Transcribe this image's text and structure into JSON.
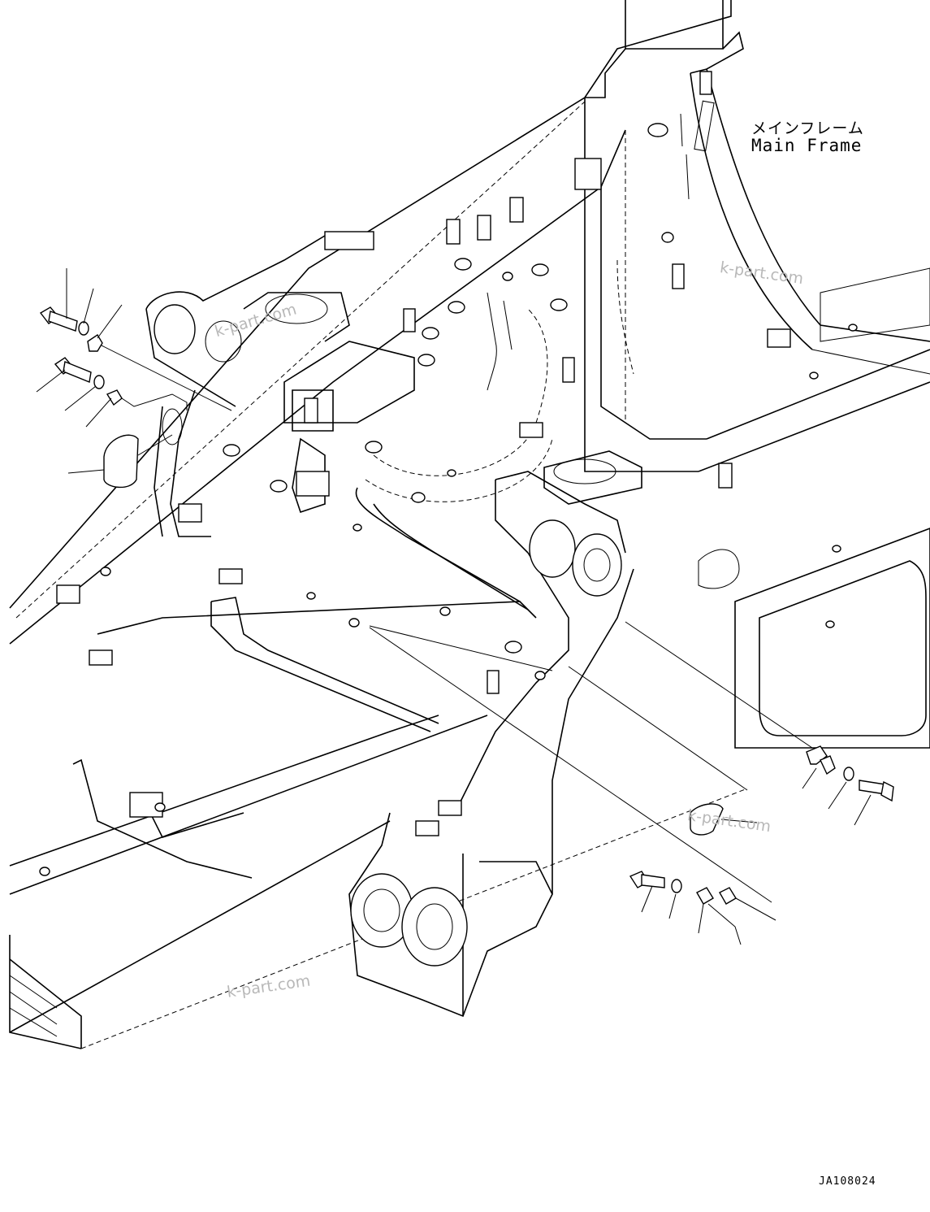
{
  "title": {
    "japanese": "メインフレーム",
    "english": "Main Frame"
  },
  "drawing_code": "JA108024",
  "watermarks": [
    "k-part.com",
    "k-part.com",
    "k-part.com",
    "k-part.com"
  ],
  "colors": {
    "line": "#000000",
    "background": "#ffffff",
    "watermark": "#b8b8b8"
  }
}
